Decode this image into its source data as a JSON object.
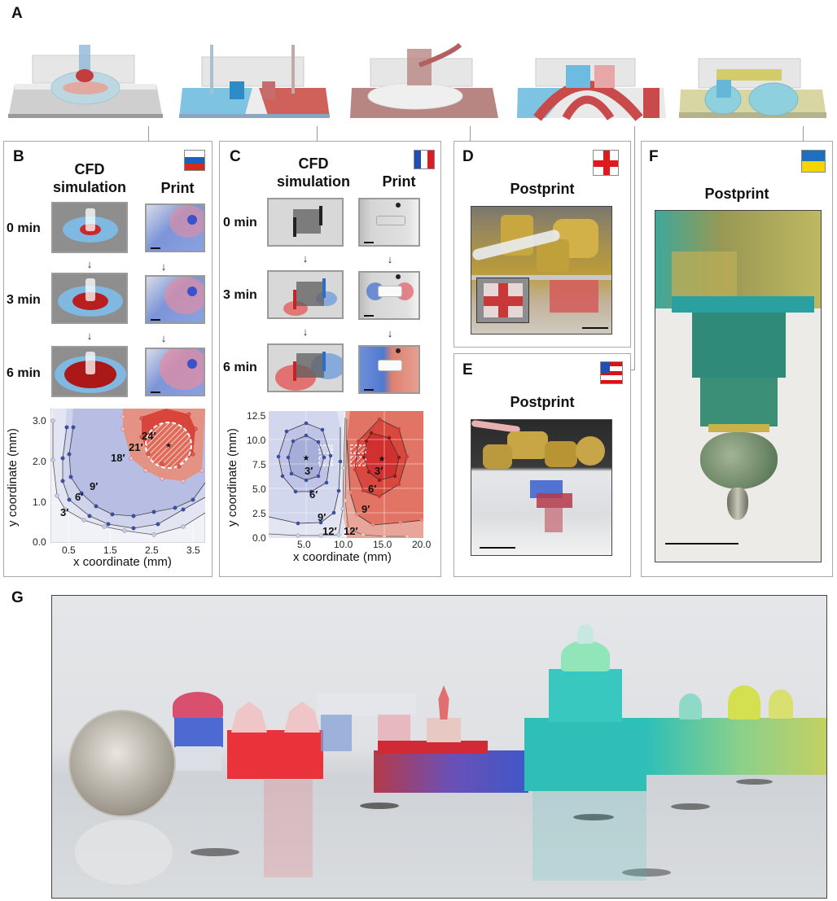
{
  "figure": {
    "panels": {
      "A": {
        "letter": "A",
        "renders": [
          "single-nozzle-well",
          "dual-nozzle-split-blue-red",
          "arc-nozzle-red",
          "multi-arc-blue-red",
          "twin-well-yellow"
        ]
      },
      "B": {
        "letter": "B",
        "flag": "russia",
        "col_cfd": "CFD\nsimulation",
        "col_cfd_line1": "CFD",
        "col_cfd_line2": "simulation",
        "col_print": "Print",
        "times": [
          "0 min",
          "3 min",
          "6 min"
        ],
        "arrow": "↓"
      },
      "C": {
        "letter": "C",
        "flag": "france",
        "col_cfd_line1": "CFD",
        "col_cfd_line2": "simulation",
        "col_print": "Print",
        "times": [
          "0 min",
          "3 min",
          "6 min"
        ],
        "arrow": "↓"
      },
      "D": {
        "letter": "D",
        "flag": "england",
        "title": "Postprint"
      },
      "E": {
        "letter": "E",
        "flag": "usa-stylized",
        "title": "Postprint"
      },
      "F": {
        "letter": "F",
        "flag": "ukraine",
        "title": "Postprint"
      },
      "G": {
        "letter": "G",
        "description": "Printed landmarks beside a dime: onion dome, red building, arch, capitol, green/yellow cathedrals"
      }
    },
    "colors": {
      "blue_fluid": "#6aa6d8",
      "red_fluid": "#d9403a",
      "contour_blue_light": "#e3e5f3",
      "contour_blue_mid": "#c5cae6",
      "contour_blue_dark": "#a6acd8",
      "contour_red_light": "#e8a59a",
      "contour_red_mid": "#e06a57",
      "contour_red_dark": "#d43a32",
      "panel_border": "#a8a8a8",
      "yellow_ukraine": "#f5d400",
      "blue_ukraine": "#1f6fc0"
    }
  },
  "chart_data": [
    {
      "type": "line",
      "panel": "B",
      "title": "",
      "xlabel": "x coordinate (mm)",
      "ylabel": "y coordinate (mm)",
      "xlim": [
        0,
        3.75
      ],
      "ylim": [
        0,
        3.25
      ],
      "xticks": [
        "0.5",
        "1.5",
        "2.5",
        "3.5"
      ],
      "yticks": [
        "0.0",
        "1.0",
        "2.0",
        "3.0"
      ],
      "grid": true,
      "contour_labels": [
        "3′",
        "6′",
        "9′",
        "18′",
        "21′",
        "24′"
      ],
      "series": [
        {
          "name": "3′",
          "color": "#c5c9e6",
          "points": [
            [
              0.05,
              2.95
            ],
            [
              0.05,
              2.0
            ],
            [
              0.15,
              1.2
            ],
            [
              0.35,
              0.8
            ],
            [
              0.8,
              0.55
            ],
            [
              1.3,
              0.4
            ],
            [
              1.8,
              0.3
            ],
            [
              2.5,
              0.2
            ],
            [
              3.2,
              0.4
            ],
            [
              3.7,
              0.7
            ]
          ]
        },
        {
          "name": "6′",
          "color": "#3b4fa0",
          "points": [
            [
              0.4,
              2.6
            ],
            [
              0.3,
              2.05
            ],
            [
              0.3,
              1.5
            ],
            [
              0.45,
              1.05
            ],
            [
              0.95,
              0.65
            ],
            [
              1.4,
              0.45
            ],
            [
              2.0,
              0.35
            ],
            [
              2.6,
              0.45
            ],
            [
              3.2,
              0.8
            ],
            [
              3.7,
              1.1
            ]
          ]
        },
        {
          "name": "9′",
          "color": "#3b4fa0",
          "points": [
            [
              0.55,
              2.65
            ],
            [
              0.45,
              2.15
            ],
            [
              0.5,
              1.6
            ],
            [
              0.75,
              1.2
            ],
            [
              1.1,
              0.9
            ],
            [
              1.5,
              0.7
            ],
            [
              2.0,
              0.65
            ],
            [
              2.5,
              0.75
            ],
            [
              3.0,
              0.85
            ],
            [
              3.45,
              1.05
            ],
            [
              3.75,
              1.45
            ]
          ]
        },
        {
          "name": "18′",
          "color": "#f0c8c0",
          "points": [
            [
              1.75,
              3.0
            ],
            [
              1.75,
              2.5
            ],
            [
              1.95,
              1.8
            ],
            [
              2.3,
              1.5
            ],
            [
              2.7,
              1.3
            ],
            [
              3.2,
              1.25
            ],
            [
              3.65,
              1.5
            ],
            [
              3.75,
              2.0
            ]
          ]
        },
        {
          "name": "21′",
          "color": "#c94a3f",
          "points": [
            [
              2.2,
              2.8
            ],
            [
              2.2,
              2.3
            ],
            [
              2.35,
              1.9
            ],
            [
              2.7,
              1.65
            ],
            [
              3.1,
              1.6
            ],
            [
              3.45,
              1.9
            ],
            [
              3.5,
              2.5
            ],
            [
              3.35,
              2.85
            ],
            [
              2.8,
              3.0
            ]
          ]
        },
        {
          "name": "24′ (target, hatched circle)",
          "color": "#ffffff",
          "center": [
            2.85,
            2.35
          ],
          "radius": 0.55
        }
      ]
    },
    {
      "type": "line",
      "panel": "C",
      "title": "",
      "xlabel": "x coordinate (mm)",
      "ylabel": "y coordinate (mm)",
      "xlim": [
        0,
        20
      ],
      "ylim": [
        0,
        13
      ],
      "xticks": [
        "5.0",
        "10.0",
        "15.0",
        "20.0"
      ],
      "yticks": [
        "0.0",
        "2.5",
        "5.0",
        "7.5",
        "10.0",
        "12.5"
      ],
      "grid": true,
      "markers": [
        {
          "label": "★",
          "x": 4.8,
          "y": 8.1
        },
        {
          "label": "★",
          "x": 14.5,
          "y": 8.0
        }
      ],
      "contour_labels": [
        "3′",
        "6′",
        "9′",
        "12′",
        "3′",
        "6′",
        "9′",
        "12′"
      ],
      "series": [
        {
          "name": "blue 3′",
          "color": "#3b4fa0",
          "points": [
            [
              4.8,
              10.5
            ],
            [
              6.5,
              9.6
            ],
            [
              7.2,
              8.0
            ],
            [
              6.5,
              6.0
            ],
            [
              4.8,
              5.4
            ],
            [
              3.0,
              6.3
            ],
            [
              2.6,
              8.0
            ],
            [
              3.2,
              9.8
            ]
          ]
        },
        {
          "name": "blue 6′",
          "color": "#3b4fa0",
          "points": [
            [
              4.8,
              11.7
            ],
            [
              7.0,
              10.8
            ],
            [
              8.0,
              8.3
            ],
            [
              7.5,
              5.5
            ],
            [
              5.5,
              4.4
            ],
            [
              3.5,
              4.4
            ],
            [
              1.8,
              6.3
            ],
            [
              1.3,
              8.3
            ],
            [
              2.3,
              10.8
            ]
          ]
        },
        {
          "name": "blue 9′",
          "color": "#3b4fa0",
          "points": [
            [
              1.0,
              2.3
            ],
            [
              3.8,
              1.5
            ],
            [
              6.8,
              1.6
            ],
            [
              8.5,
              2.7
            ],
            [
              9.0,
              5.0
            ],
            [
              9.2,
              8.3
            ],
            [
              9.3,
              11.0
            ]
          ]
        },
        {
          "name": "blue 12′",
          "color": "#d0d3ea",
          "points": [
            [
              0.5,
              0.7
            ],
            [
              3.8,
              0.4
            ],
            [
              6.8,
              0.4
            ],
            [
              9.0,
              0.5
            ],
            [
              9.5,
              3.0
            ],
            [
              9.6,
              7.0
            ],
            [
              9.8,
              12.5
            ]
          ]
        },
        {
          "name": "red 3′",
          "color": "#8b1a1a",
          "points": [
            [
              13.5,
              10.5
            ],
            [
              15.5,
              10.0
            ],
            [
              16.8,
              8.0
            ],
            [
              16.3,
              6.0
            ],
            [
              14.5,
              5.5
            ],
            [
              13.2,
              6.5
            ],
            [
              12.5,
              8.0
            ],
            [
              12.8,
              9.8
            ]
          ]
        },
        {
          "name": "red 6′",
          "color": "#c02a2a",
          "points": [
            [
              14.5,
              12.2
            ],
            [
              17.0,
              11.0
            ],
            [
              18.0,
              8.0
            ],
            [
              17.0,
              5.3
            ],
            [
              14.5,
              4.2
            ],
            [
              12.5,
              5.0
            ],
            [
              11.5,
              7.5
            ],
            [
              11.8,
              10.5
            ]
          ]
        },
        {
          "name": "red 9′",
          "color": "#e08878",
          "points": [
            [
              9.8,
              10.0
            ],
            [
              10.0,
              5.5
            ],
            [
              10.8,
              3.0
            ],
            [
              13.0,
              1.7
            ],
            [
              16.5,
              2.0
            ],
            [
              20.0,
              2.3
            ]
          ]
        },
        {
          "name": "red 12′",
          "color": "#f0c0b8",
          "points": [
            [
              9.6,
              11.8
            ],
            [
              9.7,
              4.0
            ],
            [
              10.2,
              1.3
            ],
            [
              12.0,
              0.6
            ],
            [
              15.0,
              0.4
            ],
            [
              18.0,
              0.4
            ]
          ]
        }
      ],
      "hatched_boxes": [
        {
          "x": [
            6.7,
            8.3
          ],
          "y": [
            8.6,
            9.6
          ],
          "color": "white-outline-blue"
        },
        {
          "x": [
            6.7,
            8.3
          ],
          "y": [
            7.2,
            8.3
          ],
          "color": "white-outline-blue"
        },
        {
          "x": [
            10.5,
            12.3
          ],
          "y": [
            8.6,
            9.6
          ],
          "color": "white-outline-red"
        },
        {
          "x": [
            10.5,
            12.3
          ],
          "y": [
            7.2,
            8.3
          ],
          "color": "white-outline-red"
        }
      ]
    }
  ]
}
